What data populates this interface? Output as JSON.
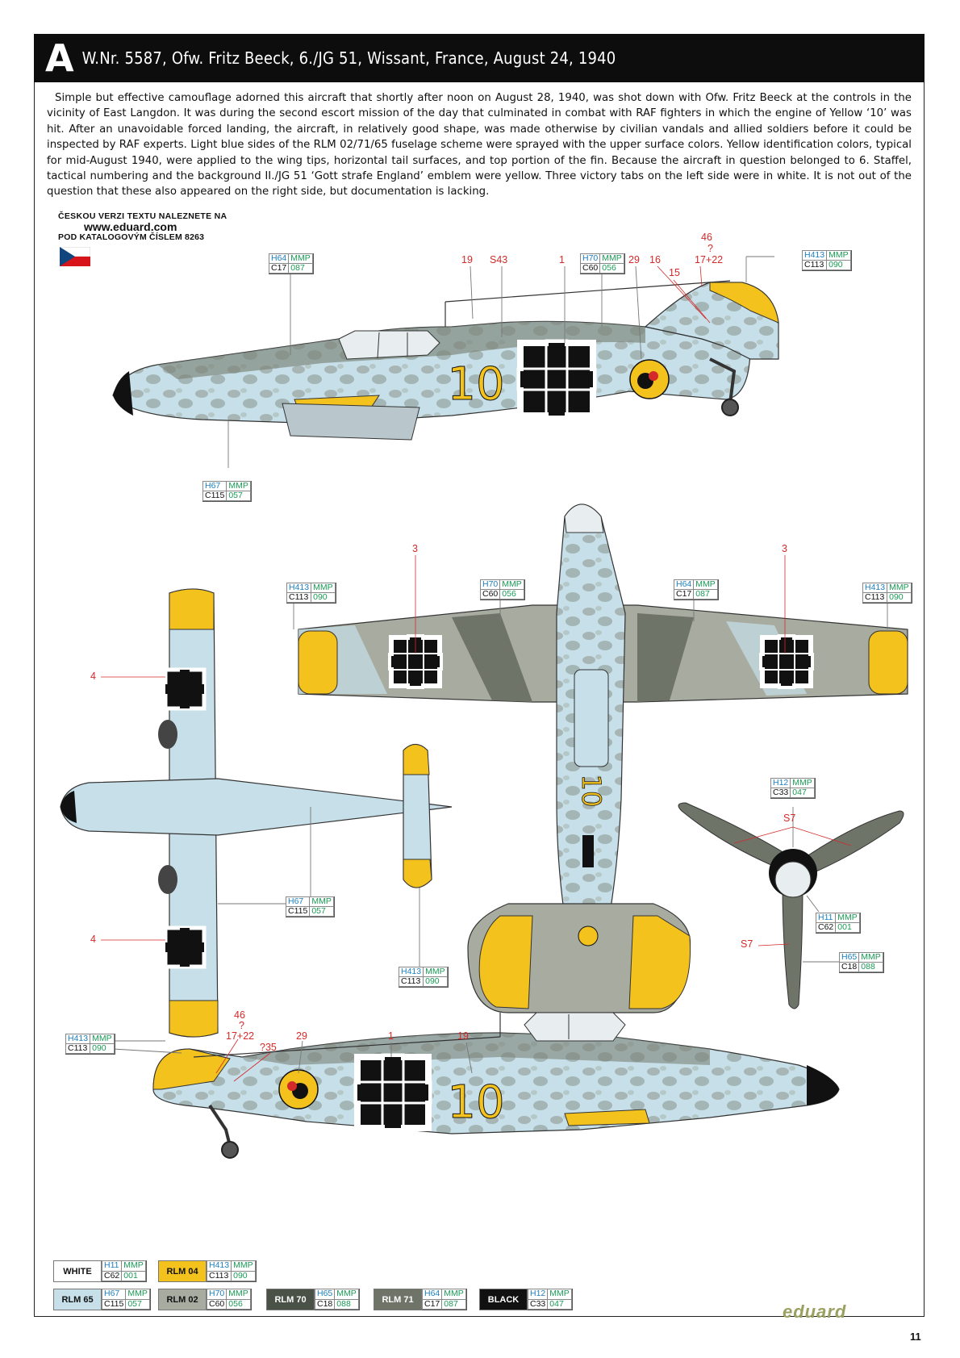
{
  "header": {
    "letter": "A",
    "title": "W.Nr. 5587, Ofw. Fritz Beeck, 6./JG 51, Wissant, France, August 24, 1940"
  },
  "description": "Simple but effective camouflage adorned this aircraft that shortly after noon on August 28, 1940, was shot down with Ofw. Fritz Beeck at the controls in the vicinity of East Langdon. It was during the second escort mission of the day that culminated in combat with RAF fighters in which the engine of Yellow ‘10’ was hit. After an unavoidable forced landing, the aircraft, in relatively good shape, was made otherwise by civilian vandals and allied soldiers before it could be inspected by RAF experts. Light blue sides of the RLM 02/71/65 fuselage scheme were sprayed with the upper surface colors. Yellow identification colors, typical for mid-August 1940, were applied to the wing tips, horizontal tail surfaces, and top portion of the fin. Because the aircraft in question belonged to 6. Staffel, tactical numbering and the background II./JG 51 ‘Gott strafe England’ emblem were yellow. Three victory tabs on the left side were in white. It is not out of the question that these also appeared on the right side, but documentation is lacking.",
  "czech_note": {
    "line1": "ČESKOU VERZI TEXTU NALEZNETE NA",
    "line2": "www.eduard.com",
    "line3": "POD KATALOGOVÝM ČÍSLEM 8263"
  },
  "aircraft_marking": "10",
  "callouts": {
    "top_c1": {
      "h": "H64",
      "m": "MMP",
      "c": "C17",
      "n": "087"
    },
    "top_c2": {
      "h": "H70",
      "m": "MMP",
      "c": "C60",
      "n": "056"
    },
    "top_c3": {
      "h": "H413",
      "m": "MMP",
      "c": "C113",
      "n": "090"
    },
    "top_c4": {
      "h": "H67",
      "m": "MMP",
      "c": "C115",
      "n": "057"
    },
    "plan_c1": {
      "h": "H413",
      "m": "MMP",
      "c": "C113",
      "n": "090"
    },
    "plan_c2": {
      "h": "H70",
      "m": "MMP",
      "c": "C60",
      "n": "056"
    },
    "plan_c3": {
      "h": "H64",
      "m": "MMP",
      "c": "C17",
      "n": "087"
    },
    "plan_c4": {
      "h": "H413",
      "m": "MMP",
      "c": "C113",
      "n": "090"
    },
    "under_c1": {
      "h": "H67",
      "m": "MMP",
      "c": "C115",
      "n": "057"
    },
    "under_c2": {
      "h": "H413",
      "m": "MMP",
      "c": "C113",
      "n": "090"
    },
    "prop_c1": {
      "h": "H12",
      "m": "MMP",
      "c": "C33",
      "n": "047"
    },
    "prop_c2": {
      "h": "H11",
      "m": "MMP",
      "c": "C62",
      "n": "001"
    },
    "prop_c3": {
      "h": "H65",
      "m": "MMP",
      "c": "C18",
      "n": "088"
    },
    "bot_c1": {
      "h": "H413",
      "m": "MMP",
      "c": "C113",
      "n": "090"
    }
  },
  "stencils": {
    "t19": "19",
    "tS43": "S43",
    "t1": "1",
    "t29": "29",
    "t16": "16",
    "t15": "15",
    "t46": "46",
    "tq": "?",
    "t1722": "17+22",
    "p3a": "3",
    "p3b": "3",
    "u4a": "4",
    "u4b": "4",
    "pS7a": "S7",
    "pS7b": "S7",
    "b46": "46",
    "bq": "?",
    "b1722": "17+22",
    "b35": "?35",
    "b29": "29",
    "b1": "1",
    "b19": "19"
  },
  "legend": [
    {
      "name": "WHITE",
      "color": "#ffffff",
      "text": "#111111",
      "h": "H11",
      "m": "MMP",
      "c": "C62",
      "n": "001"
    },
    {
      "name": "RLM 04",
      "color": "#f4c21c",
      "text": "#111111",
      "h": "H413",
      "m": "MMP",
      "c": "C113",
      "n": "090"
    },
    {
      "name": "RLM 65",
      "color": "#c6dfe8",
      "text": "#111111",
      "h": "H67",
      "m": "MMP",
      "c": "C115",
      "n": "057"
    },
    {
      "name": "RLM 02",
      "color": "#a7aba0",
      "text": "#111111",
      "h": "H70",
      "m": "MMP",
      "c": "C60",
      "n": "056"
    },
    {
      "name": "RLM 70",
      "color": "#4a5147",
      "text": "#ffffff",
      "h": "H65",
      "m": "MMP",
      "c": "C18",
      "n": "088"
    },
    {
      "name": "RLM 71",
      "color": "#6f7468",
      "text": "#ffffff",
      "h": "H64",
      "m": "MMP",
      "c": "C17",
      "n": "087"
    },
    {
      "name": "BLACK",
      "color": "#111111",
      "text": "#ffffff",
      "h": "H12",
      "m": "MMP",
      "c": "C33",
      "n": "047"
    }
  ],
  "colors": {
    "yellow": "#f4c21c",
    "lightblue": "#c6dfe8",
    "grey71": "#6f7468",
    "grey02": "#a7aba0",
    "red": "#d42a2a"
  },
  "brand": "eduard",
  "page_number": "11"
}
